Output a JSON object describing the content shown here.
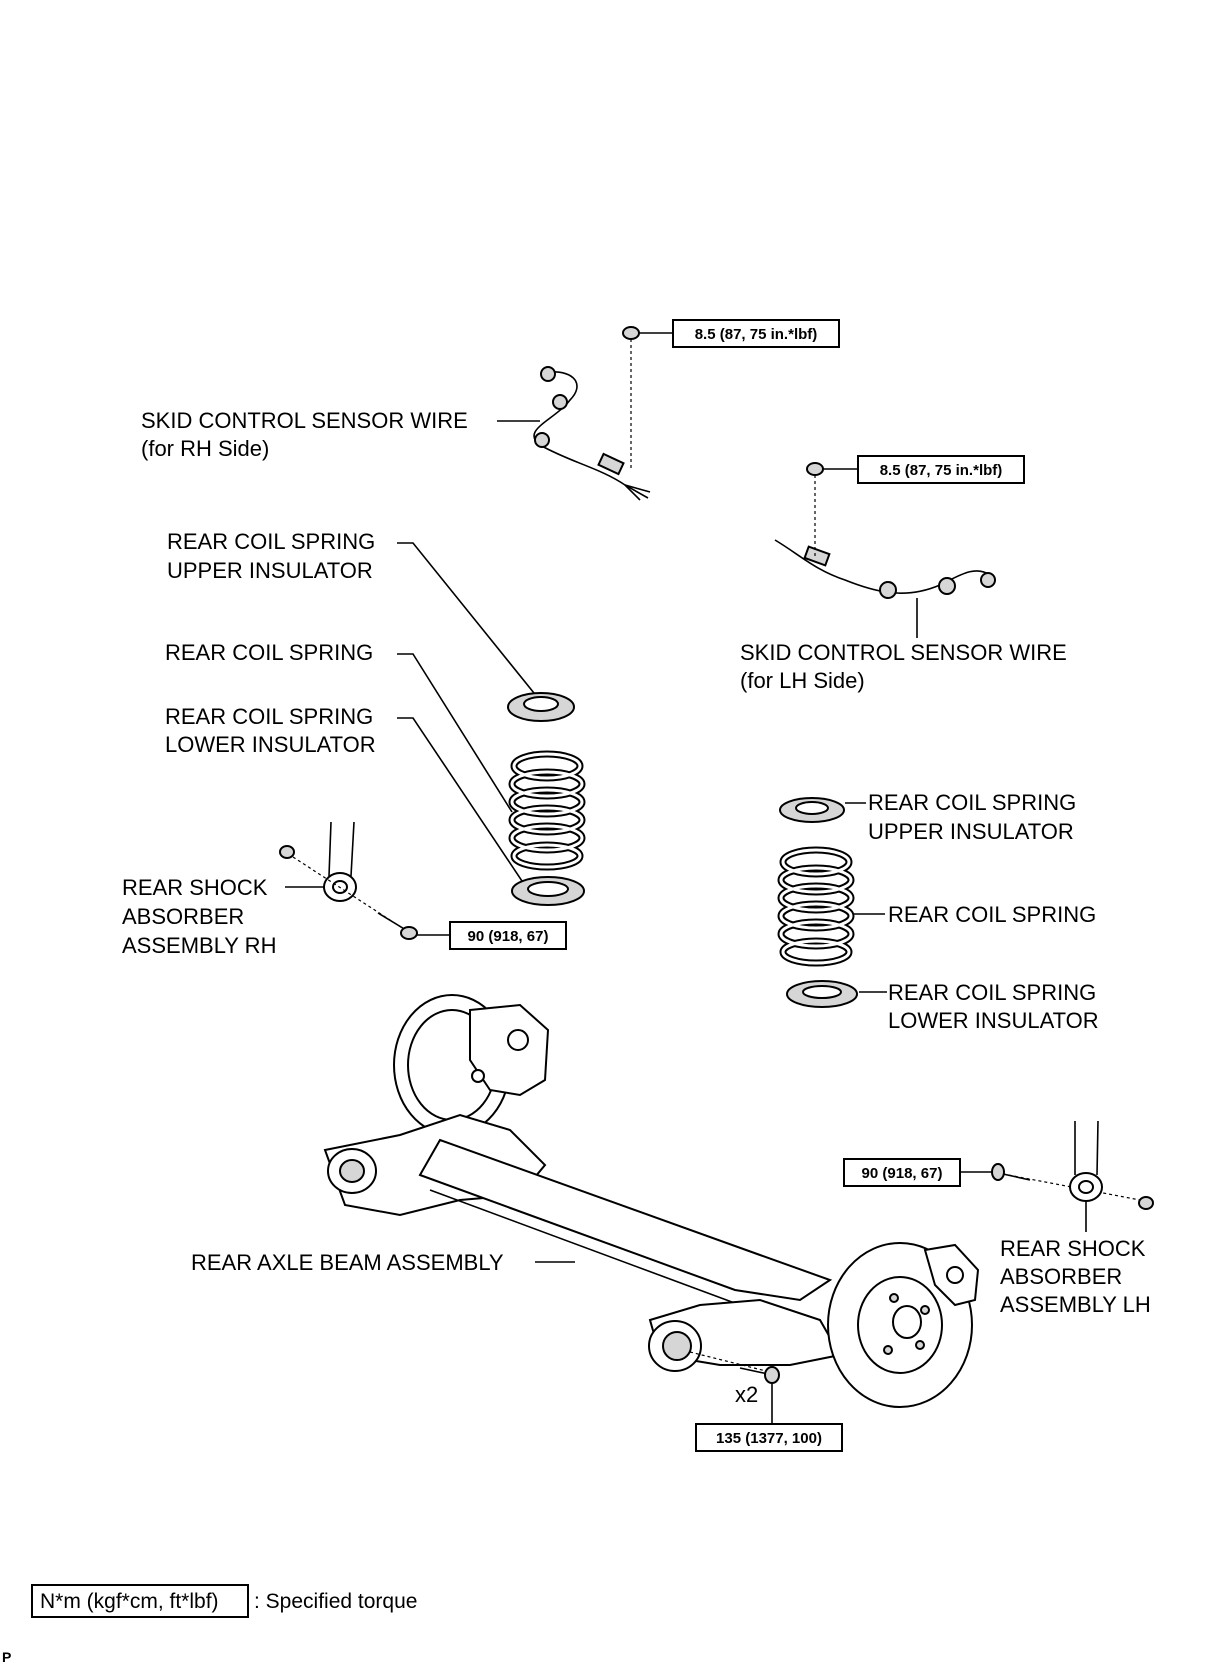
{
  "labels": {
    "skid_rh_1": "SKID CONTROL SENSOR WIRE",
    "skid_rh_2": "(for RH Side)",
    "skid_lh_1": "SKID CONTROL SENSOR WIRE",
    "skid_lh_2": "(for LH Side)",
    "upper_ins_l_1": "REAR COIL SPRING",
    "upper_ins_l_2": "UPPER INSULATOR",
    "spring_l": "REAR COIL SPRING",
    "lower_ins_l_1": "REAR COIL SPRING",
    "lower_ins_l_2": "LOWER INSULATOR",
    "shock_rh_1": "REAR SHOCK",
    "shock_rh_2": "ABSORBER",
    "shock_rh_3": "ASSEMBLY RH",
    "upper_ins_r_1": "REAR COIL SPRING",
    "upper_ins_r_2": "UPPER INSULATOR",
    "spring_r": "REAR COIL SPRING",
    "lower_ins_r_1": "REAR COIL SPRING",
    "lower_ins_r_2": "LOWER INSULATOR",
    "axle_beam": "REAR AXLE BEAM ASSEMBLY",
    "shock_lh_1": "REAR SHOCK",
    "shock_lh_2": "ABSORBER",
    "shock_lh_3": "ASSEMBLY LH",
    "bolt_count": "x2"
  },
  "torques": {
    "sensor_rh": "8.5 (87, 75 in.*lbf)",
    "sensor_lh": "8.5 (87, 75 in.*lbf)",
    "shock_rh": "90 (918, 67)",
    "shock_lh": "90 (918, 67)",
    "axle_beam": "135 (1377, 100)"
  },
  "legend": {
    "unit_box": "N*m (kgf*cm, ft*lbf)",
    "meaning": ": Specified torque"
  },
  "corner_mark": "P"
}
